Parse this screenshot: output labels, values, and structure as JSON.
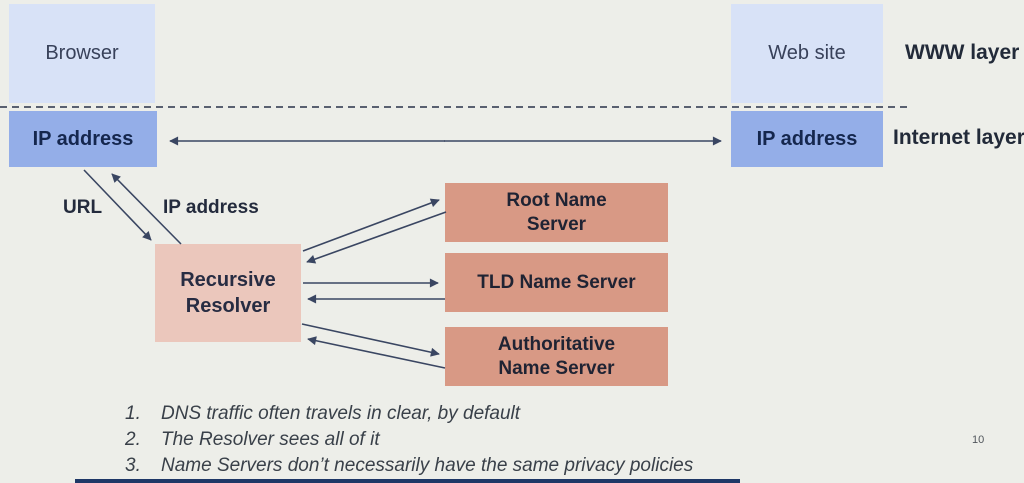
{
  "colors": {
    "background": "#edeee9",
    "www_box": "#d8e2f7",
    "ip_box": "#94aee8",
    "resolver_box": "#ebc7bc",
    "nameserver_box": "#d89985",
    "arrow": "#3a4662",
    "divider": "#596070",
    "bottom_bar": "#1e3766"
  },
  "diagram": {
    "browser_label": "Browser",
    "website_label": "Web site",
    "ip_left_label": "IP address",
    "ip_right_label": "IP address",
    "www_layer_label": "WWW layer",
    "internet_layer_label": "Internet layer",
    "url_label": "URL",
    "ip_address_label": "IP address",
    "resolver_label": "Recursive Resolver",
    "root_label": "Root Name Server",
    "tld_label": "TLD Name Server",
    "authoritative_label": "Authoritative Name Server"
  },
  "notes": [
    {
      "num": "1.",
      "text": "DNS traffic often travels in clear, by default"
    },
    {
      "num": "2.",
      "text": "The Resolver sees all of it"
    },
    {
      "num": "3.",
      "text": "Name Servers don’t necessarily have the same privacy policies"
    }
  ],
  "page_number": "10"
}
